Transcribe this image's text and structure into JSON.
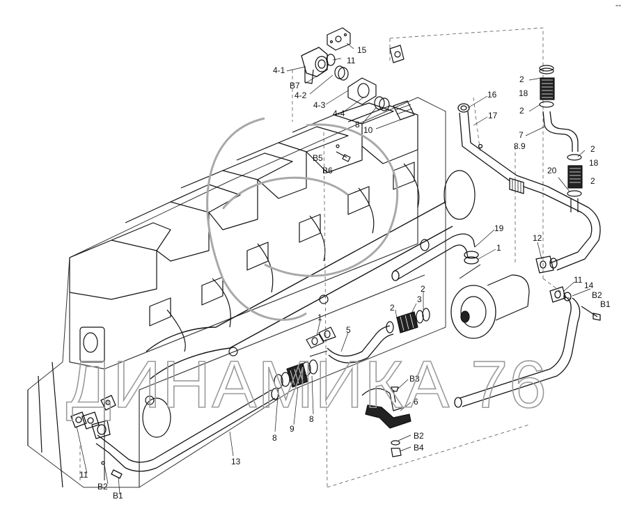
{
  "watermark": {
    "text": "ДИНАМИКА 76"
  },
  "callouts": {
    "c_4_1": "4-1",
    "c_b7": "B7",
    "c_4_2": "4-2",
    "c_4_3": "4-3",
    "c_4_4": "4-4",
    "c_8_top": "8",
    "c_10": "10",
    "c_11_top": "11",
    "c_15": "15",
    "c_b5": "B5",
    "c_b6": "B6",
    "c_16": "16",
    "c_17": "17",
    "c_2_a": "2",
    "c_18_a": "18",
    "c_2_b": "2",
    "c_7": "7",
    "c_89": "8.9",
    "c_2_c": "2",
    "c_18_b": "18",
    "c_2_d": "2",
    "c_20": "20",
    "c_19": "19",
    "c_1_right": "1",
    "c_12": "12",
    "c_11_right": "11",
    "c_14": "14",
    "c_b2_right": "B2",
    "c_b1_right": "B1",
    "c_3": "3",
    "c_2_e": "2",
    "c_2_f": "2",
    "c_1_mid": "1",
    "c_5": "5",
    "c_b3": "B3",
    "c_6": "6",
    "c_b2_mid": "B2",
    "c_b4": "B4",
    "c_8_a": "8",
    "c_9": "9",
    "c_8_b": "8",
    "c_13": "13",
    "c_11_left": "11",
    "c_b2_left": "B2",
    "c_b1_left": "B1",
    "c_corner": "--"
  },
  "colors": {
    "line": "#111111",
    "dash": "#555555",
    "watermark": "#9a9a9a"
  }
}
